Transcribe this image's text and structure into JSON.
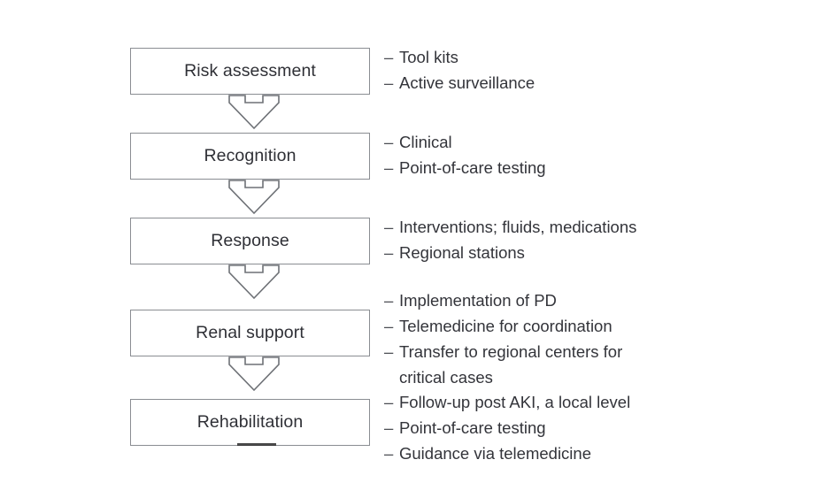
{
  "diagram": {
    "title": "AKI care pathway flowchart",
    "type": "vertical-flowchart",
    "arrow_glyph": "down-arrow",
    "bullet_marker": "–",
    "colors": {
      "box_border": "#8a8d92",
      "arrow_stroke": "#6e7176",
      "text": "#33343a",
      "background": "#ffffff"
    },
    "stages": [
      {
        "id": "risk-assessment",
        "label": "Risk assessment",
        "details": [
          "Tool kits",
          "Active surveillance"
        ]
      },
      {
        "id": "recognition",
        "label": "Recognition",
        "details": [
          "Clinical",
          "Point-of-care testing"
        ]
      },
      {
        "id": "response",
        "label": "Response",
        "details": [
          "Interventions; fluids, medications",
          "Regional stations"
        ]
      },
      {
        "id": "renal-support",
        "label": "Renal support",
        "details": [
          "Implementation of PD",
          "Telemedicine for coordination",
          "Transfer to regional centers for\ncritical cases"
        ]
      },
      {
        "id": "rehabilitation",
        "label": "Rehabilitation",
        "details": [
          "Follow-up post AKI, a local level",
          "Point-of-care testing",
          "Guidance via telemedicine"
        ]
      }
    ]
  }
}
